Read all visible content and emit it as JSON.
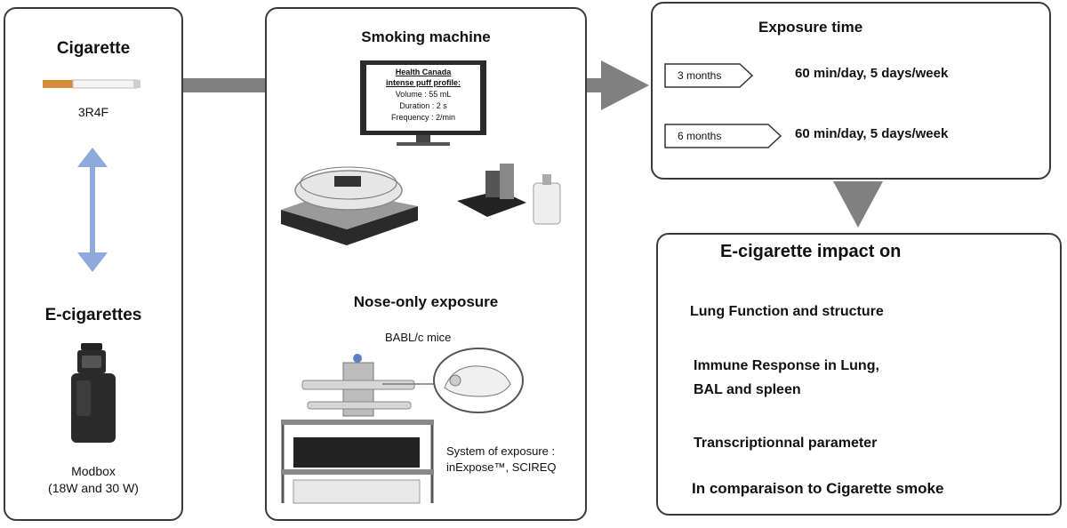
{
  "products": {
    "cigarette_title": "Cigarette",
    "cigarette_code": "3R4F",
    "ecig_title": "E-cigarettes",
    "ecig_device": "Modbox",
    "ecig_power": "(18W and 30 W)"
  },
  "machine": {
    "title": "Smoking machine",
    "monitor_heading_1": "Health Canada",
    "monitor_heading_2": "intense puff profile:",
    "volume": "Volume : 55 mL",
    "duration": "Duration : 2 s",
    "frequency": "Frequency : 2/min",
    "nose_title": "Nose-only exposure",
    "mice": "BABL/c mice",
    "system_line1": "System of exposure :",
    "system_line2": "inExpose™, SCIREQ"
  },
  "exposure": {
    "title": "Exposure  time",
    "rows": [
      {
        "duration": "3 months",
        "schedule": "60 min/day, 5 days/week"
      },
      {
        "duration": "6 months",
        "schedule": "60 min/day, 5 days/week"
      }
    ]
  },
  "impact": {
    "title": "E-cigarette impact on",
    "item1": "Lung Function and structure",
    "item2a": "Immune Response  in Lung,",
    "item2b": "BAL and spleen",
    "item3": "Transcriptionnal  parameter",
    "item4": "In comparaison to Cigarette smoke"
  },
  "colors": {
    "arrow_gray": "#808080",
    "double_arrow": "#8fa9dc",
    "border": "#3a3a3a"
  }
}
